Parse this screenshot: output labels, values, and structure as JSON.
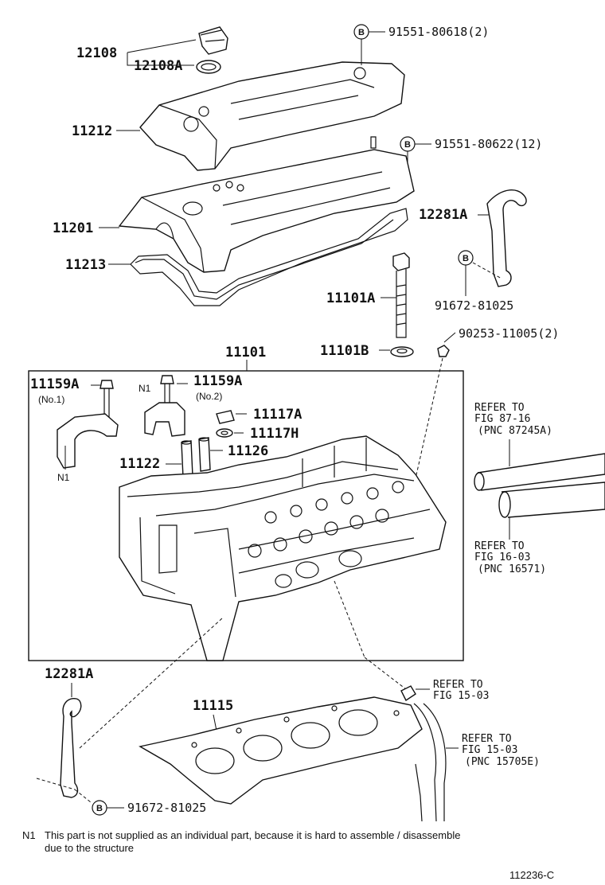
{
  "callouts": {
    "c12108": "12108",
    "c12108A": "12108A",
    "c11212": "11212",
    "c11201": "11201",
    "c11213": "11213",
    "c12281A_top": "12281A",
    "c11101A": "11101A",
    "c11101B": "11101B",
    "c11101": "11101",
    "c11159A_1": "11159A",
    "c11159A_2": "11159A",
    "c11117A": "11117A",
    "c11117H": "11117H",
    "c11126": "11126",
    "c11122": "11122",
    "c12281A_bottom": "12281A",
    "c11115": "11115"
  },
  "bolts": {
    "b1": "91551-80618(2)",
    "b2": "91551-80622(12)",
    "b3": "91672-81025",
    "b4": "90253-11005(2)",
    "b5": "91672-81025",
    "circle_label": "B"
  },
  "sublabels": {
    "no1": "(No.1)",
    "no2": "(No.2)",
    "n1_a": "N1",
    "n1_b": "N1"
  },
  "refs": {
    "r1_line1": "REFER TO",
    "r1_line2": "FIG 87-16",
    "r1_line3": "(PNC 87245A)",
    "r2_line1": "REFER TO",
    "r2_line2": "FIG 16-03",
    "r2_line3": "(PNC 16571)",
    "r3_line1": "REFER TO",
    "r3_line2": "FIG 15-03",
    "r4_line1": "REFER TO",
    "r4_line2": "FIG 15-03",
    "r4_line3": "(PNC 15705E)"
  },
  "footnote": {
    "marker": "N1",
    "line1": "This part is not supplied as an individual part, because it is hard to assemble / disassemble",
    "line2": "due to the structure"
  },
  "figure_id": "112236-C"
}
